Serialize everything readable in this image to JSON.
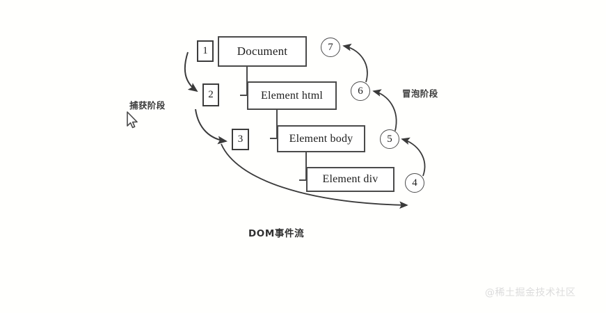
{
  "diagram": {
    "caption": "DOM事件流",
    "labels": {
      "capture_phase": "捕获阶段",
      "bubble_phase": "冒泡阶段"
    },
    "nodes": [
      {
        "id": "document",
        "label": "Document"
      },
      {
        "id": "element-html",
        "label": "Element html"
      },
      {
        "id": "element-body",
        "label": "Element body"
      },
      {
        "id": "element-div",
        "label": "Element div"
      }
    ],
    "capture_steps": [
      {
        "n": "1"
      },
      {
        "n": "2"
      },
      {
        "n": "3"
      }
    ],
    "bubble_steps": [
      {
        "n": "7"
      },
      {
        "n": "6"
      },
      {
        "n": "5"
      },
      {
        "n": "4"
      }
    ],
    "colors": {
      "background": "#fffffd",
      "box_border": "#4a4a4a",
      "text": "#1d1d1d",
      "arrow": "#3a3a3a",
      "watermark": "#dcdcdc"
    },
    "cursor": {
      "icon": "mouse-pointer-icon"
    }
  },
  "watermark": {
    "text": "@稀土掘金技术社区"
  }
}
